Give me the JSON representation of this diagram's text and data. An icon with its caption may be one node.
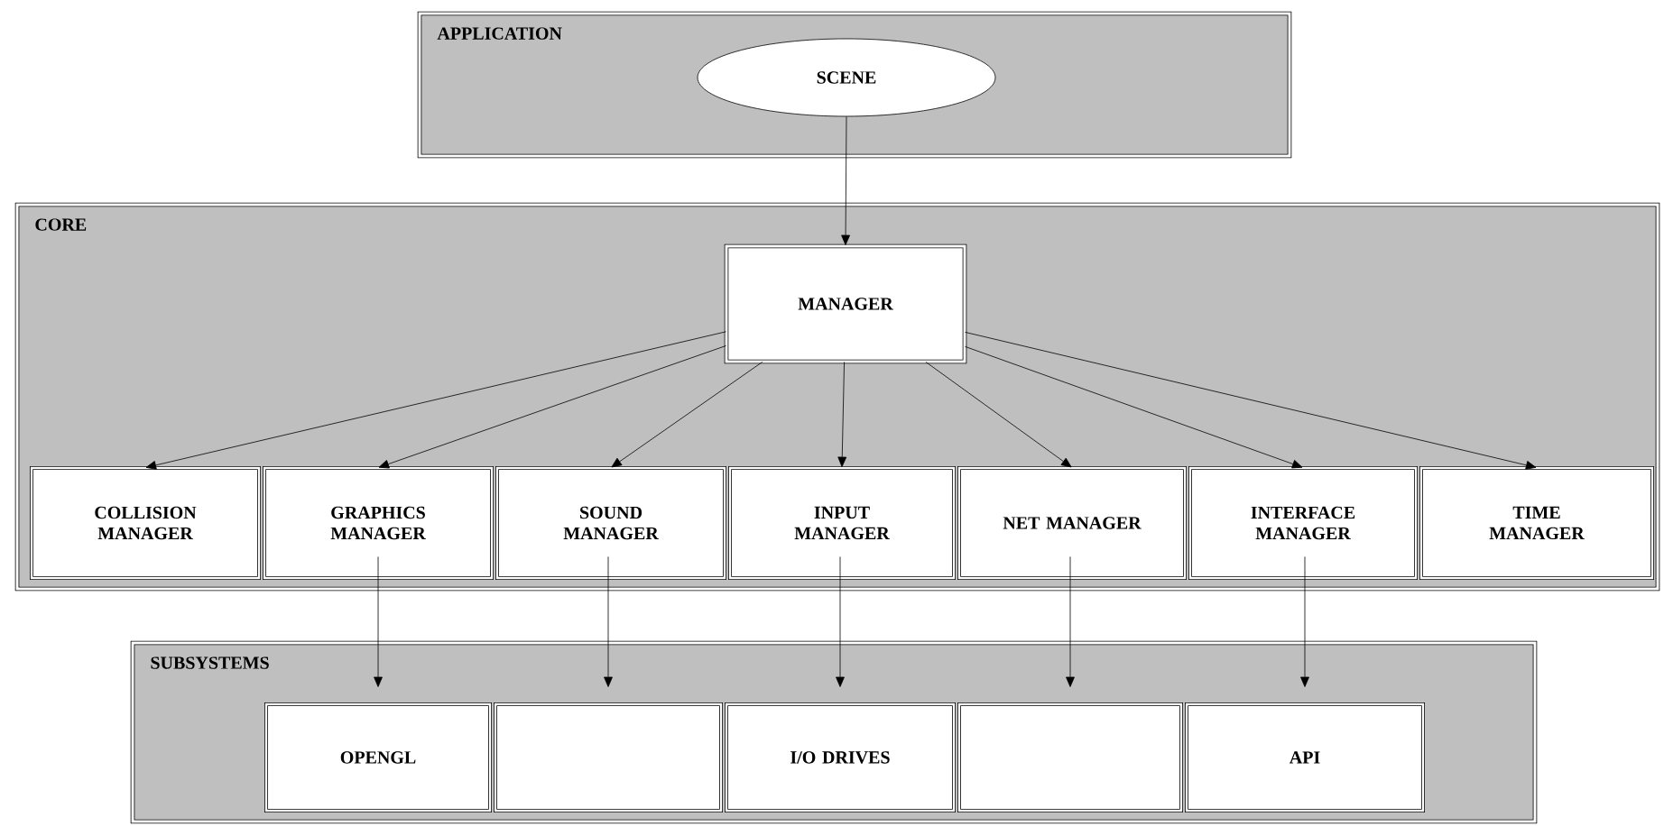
{
  "diagram": {
    "nodes": [
      {
        "text": [
          "APPLICATION"
        ]
      },
      {
        "text": [
          "SCENE"
        ],
        "in": 0
      },
      {
        "text": [
          "CORE"
        ]
      },
      {
        "text": [
          "MANAGER"
        ],
        "in": 2
      },
      {
        "text": [
          "COLLISION MANAGER"
        ],
        "in": 2
      },
      {
        "text": [
          "GRAPHICS MANAGER"
        ],
        "in": 2
      },
      {
        "text": [
          "SOUND MANAGER"
        ],
        "in": 2
      },
      {
        "text": [
          "INPUT MANAGER"
        ],
        "in": 2
      },
      {
        "text": [
          "NET MANAGER"
        ],
        "in": 2
      },
      {
        "text": [
          "INTERFACE MANAGER"
        ],
        "in": 2
      },
      {
        "text": [
          "TIME MANAGER"
        ],
        "in": 2
      },
      {
        "text": [
          "SUBSYSTEMS"
        ]
      },
      {
        "text": [
          "OPENGL"
        ],
        "in": 11
      },
      {
        "text": [],
        "shape": "box",
        "in": 11
      },
      {
        "text": [
          "I/O DRIVES"
        ],
        "in": 11
      },
      {
        "text": [],
        "shape": "box",
        "in": 11
      },
      {
        "text": [
          "API"
        ],
        "in": 11
      }
    ],
    "edges": [
      {
        "from": 1,
        "to": 3,
        "arrow": "to"
      },
      {
        "from": 3,
        "to": 4,
        "arrow": "to"
      },
      {
        "from": 3,
        "to": 5,
        "arrow": "to"
      },
      {
        "from": 3,
        "to": 6,
        "arrow": "to"
      },
      {
        "from": 3,
        "to": 7,
        "arrow": "to"
      },
      {
        "from": 3,
        "to": 8,
        "arrow": "to"
      },
      {
        "from": 3,
        "to": 9,
        "arrow": "to"
      },
      {
        "from": 3,
        "to": 10,
        "arrow": "to"
      },
      {
        "from": 5,
        "to": 12,
        "arrow": "to"
      },
      {
        "from": 6,
        "to": 13,
        "arrow": "to"
      },
      {
        "from": 7,
        "to": 14,
        "arrow": "to"
      },
      {
        "from": 8,
        "to": 15,
        "arrow": "to"
      },
      {
        "from": 9,
        "to": 16,
        "arrow": "to"
      }
    ]
  }
}
